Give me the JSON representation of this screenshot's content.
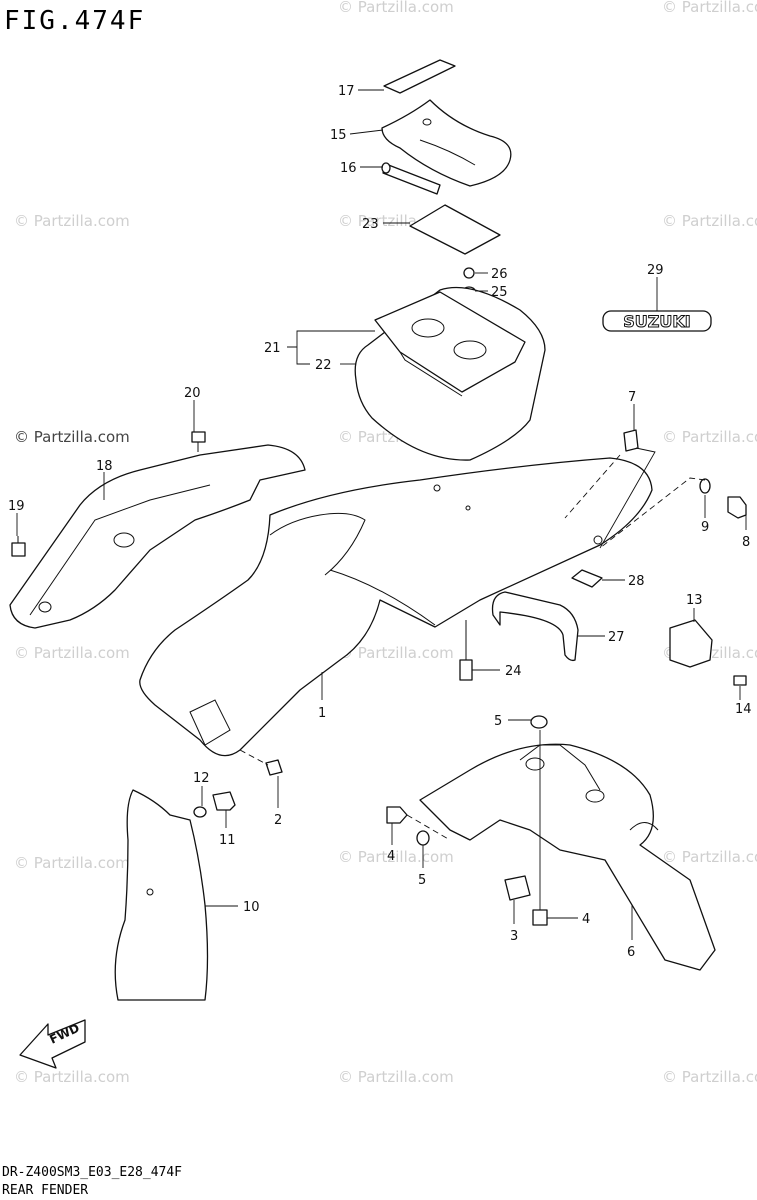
{
  "figure": {
    "title": "FIG.474F",
    "model_code": "DR-Z400SM3_E03_E28_474F",
    "section_name": "REAR FENDER"
  },
  "watermark": {
    "text": "© Partzilla.com"
  },
  "emblem_text": "SUZUKI",
  "fwd_arrow_text": "FWD",
  "callouts": [
    "17",
    "15",
    "16",
    "23",
    "26",
    "25",
    "29",
    "21",
    "22",
    "20",
    "7",
    "18",
    "19",
    "9",
    "8",
    "28",
    "13",
    "27",
    "24",
    "14",
    "1",
    "5",
    "12",
    "11",
    "2",
    "4",
    "5",
    "3",
    "4",
    "10",
    "6"
  ]
}
